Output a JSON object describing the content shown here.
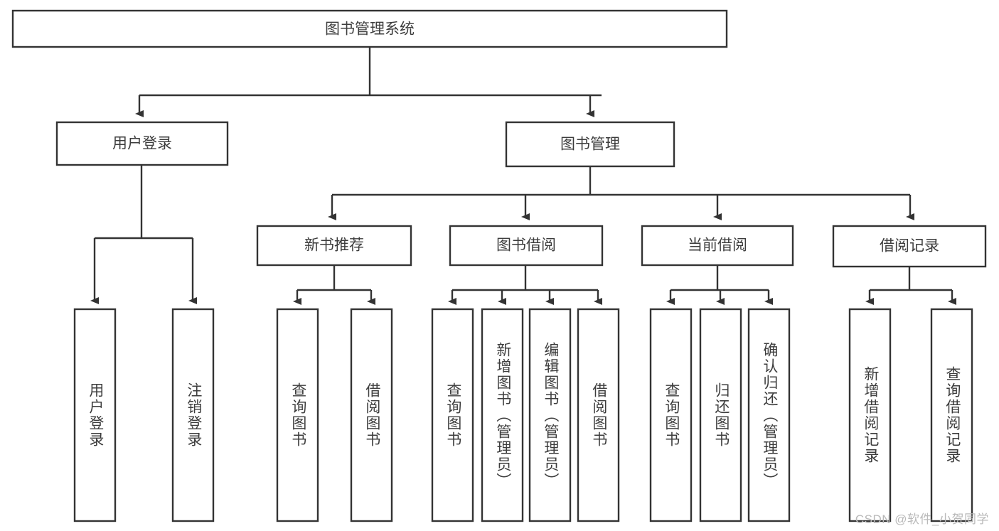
{
  "diagram": {
    "title": "图书管理系统",
    "watermark": "CSDN @软件_小贺同学",
    "root": {
      "label": "图书管理系统"
    },
    "level1": [
      {
        "label": "用户登录"
      },
      {
        "label": "图书管理"
      }
    ],
    "level2": [
      {
        "label": "新书推荐"
      },
      {
        "label": "图书借阅"
      },
      {
        "label": "当前借阅"
      },
      {
        "label": "借阅记录"
      }
    ],
    "leaves": {
      "user_login": [
        {
          "label": "用户登录"
        },
        {
          "label": "注销登录"
        }
      ],
      "new_book_recommend": [
        {
          "label": "查询图书"
        },
        {
          "label": "借阅图书"
        }
      ],
      "book_borrow": [
        {
          "label": "查询图书"
        },
        {
          "label": "新增图书（管理员）"
        },
        {
          "label": "编辑图书（管理员）"
        },
        {
          "label": "借阅图书"
        }
      ],
      "current_borrow": [
        {
          "label": "查询图书"
        },
        {
          "label": "归还图书"
        },
        {
          "label": "确认归还（管理员）"
        }
      ],
      "borrow_record": [
        {
          "label": "新增借阅记录"
        },
        {
          "label": "查询借阅记录"
        }
      ]
    },
    "colors": {
      "stroke": "#333333",
      "box_fill": "#ffffff",
      "text": "#3d3d3d",
      "watermark": "#b9b9b9",
      "background": "#ffffff"
    }
  }
}
